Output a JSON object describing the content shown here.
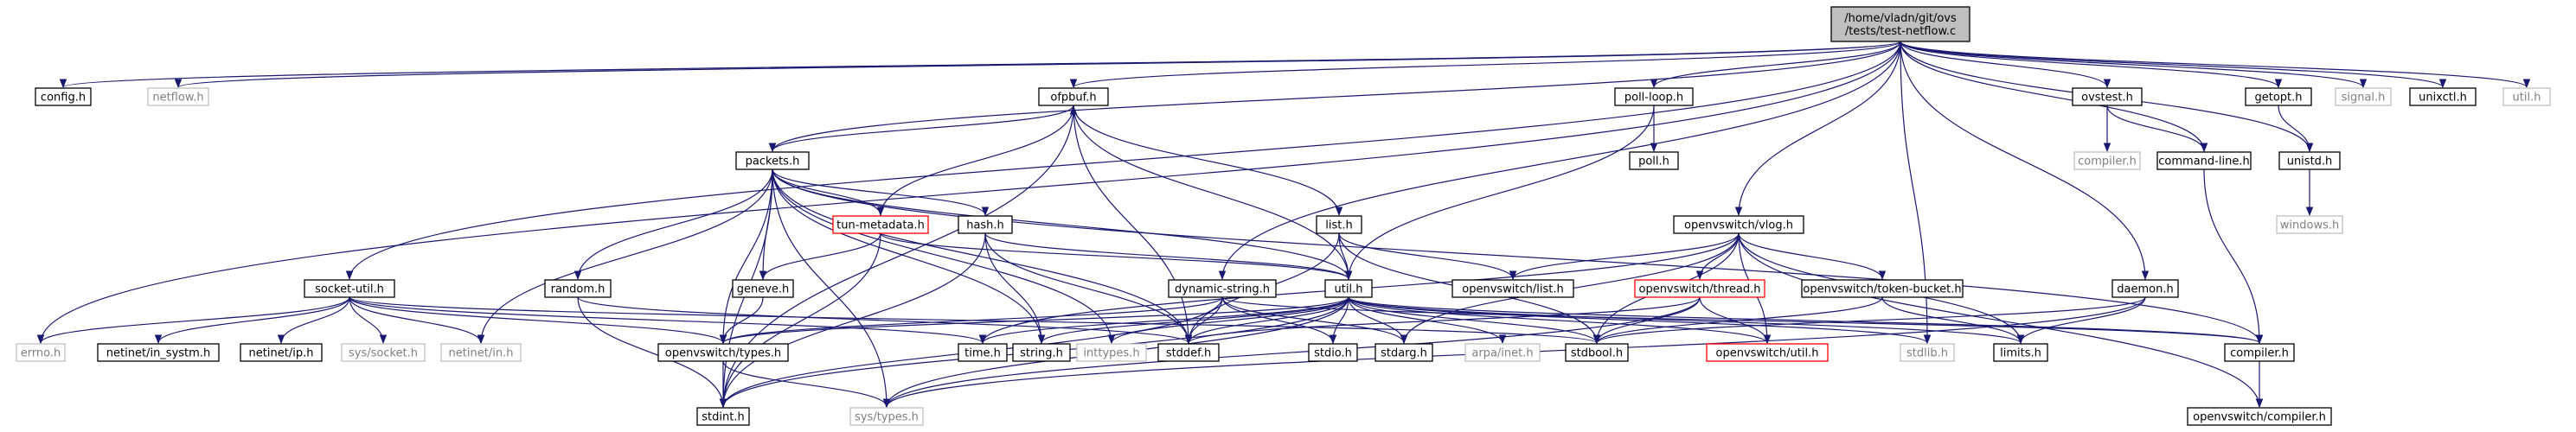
{
  "colors": {
    "edge": "#191970",
    "box_normal": "#000000",
    "box_missing": "#bfbfbf",
    "box_truncated": "#ff0000",
    "box_root_fill": "#bfbfbf",
    "text_normal": "#000000",
    "text_missing": "#7f7f7f"
  },
  "nodes": [
    {
      "id": "root",
      "label": "/home/vladn/git/ovs\n/tests/test-netflow.c",
      "style": "root"
    },
    {
      "id": "config_h",
      "label": "config.h",
      "style": "normal"
    },
    {
      "id": "netflow_h",
      "label": "netflow.h",
      "style": "missing"
    },
    {
      "id": "ofpbuf_h",
      "label": "ofpbuf.h",
      "style": "normal"
    },
    {
      "id": "poll_loop_h",
      "label": "poll-loop.h",
      "style": "normal"
    },
    {
      "id": "ovstest_h",
      "label": "ovstest.h",
      "style": "normal"
    },
    {
      "id": "getopt_h",
      "label": "getopt.h",
      "style": "normal"
    },
    {
      "id": "signal_h",
      "label": "signal.h",
      "style": "missing"
    },
    {
      "id": "unixctl_h",
      "label": "unixctl.h",
      "style": "normal"
    },
    {
      "id": "util_h_top",
      "label": "util.h",
      "style": "missing"
    },
    {
      "id": "poll_h",
      "label": "poll.h",
      "style": "normal"
    },
    {
      "id": "compiler_h_gray",
      "label": "compiler.h",
      "style": "missing"
    },
    {
      "id": "command_line_h",
      "label": "command-line.h",
      "style": "normal"
    },
    {
      "id": "unistd_h",
      "label": "unistd.h",
      "style": "normal"
    },
    {
      "id": "windows_h",
      "label": "windows.h",
      "style": "missing"
    },
    {
      "id": "packets_h",
      "label": "packets.h",
      "style": "normal"
    },
    {
      "id": "list_h",
      "label": "list.h",
      "style": "normal"
    },
    {
      "id": "openvswitch_vlog_h",
      "label": "openvswitch/vlog.h",
      "style": "normal"
    },
    {
      "id": "tun_metadata_h",
      "label": "tun-metadata.h",
      "style": "truncated"
    },
    {
      "id": "hash_h",
      "label": "hash.h",
      "style": "normal"
    },
    {
      "id": "socket_util_h",
      "label": "socket-util.h",
      "style": "normal"
    },
    {
      "id": "random_h",
      "label": "random.h",
      "style": "normal"
    },
    {
      "id": "geneve_h",
      "label": "geneve.h",
      "style": "normal"
    },
    {
      "id": "dynamic_string_h",
      "label": "dynamic-string.h",
      "style": "normal"
    },
    {
      "id": "util_h",
      "label": "util.h",
      "style": "normal"
    },
    {
      "id": "openvswitch_list_h",
      "label": "openvswitch/list.h",
      "style": "normal"
    },
    {
      "id": "openvswitch_thread_h",
      "label": "openvswitch/thread.h",
      "style": "truncated"
    },
    {
      "id": "openvswitch_token_bucket_h",
      "label": "openvswitch/token-bucket.h",
      "style": "normal"
    },
    {
      "id": "daemon_h",
      "label": "daemon.h",
      "style": "normal"
    },
    {
      "id": "errno_h",
      "label": "errno.h",
      "style": "missing"
    },
    {
      "id": "netinet_in_systm_h",
      "label": "netinet/in_systm.h",
      "style": "normal"
    },
    {
      "id": "netinet_ip_h",
      "label": "netinet/ip.h",
      "style": "normal"
    },
    {
      "id": "sys_socket_h",
      "label": "sys/socket.h",
      "style": "missing"
    },
    {
      "id": "netinet_in_h",
      "label": "netinet/in.h",
      "style": "missing"
    },
    {
      "id": "openvswitch_types_h",
      "label": "openvswitch/types.h",
      "style": "normal"
    },
    {
      "id": "time_h",
      "label": "time.h",
      "style": "normal"
    },
    {
      "id": "string_h",
      "label": "string.h",
      "style": "normal"
    },
    {
      "id": "inttypes_h",
      "label": "inttypes.h",
      "style": "missing"
    },
    {
      "id": "stddef_h",
      "label": "stddef.h",
      "style": "normal"
    },
    {
      "id": "stdio_h",
      "label": "stdio.h",
      "style": "normal"
    },
    {
      "id": "stdarg_h",
      "label": "stdarg.h",
      "style": "normal"
    },
    {
      "id": "arpa_inet_h",
      "label": "arpa/inet.h",
      "style": "missing"
    },
    {
      "id": "stdbool_h",
      "label": "stdbool.h",
      "style": "normal"
    },
    {
      "id": "openvswitch_util_h",
      "label": "openvswitch/util.h",
      "style": "truncated"
    },
    {
      "id": "stdlib_h",
      "label": "stdlib.h",
      "style": "missing"
    },
    {
      "id": "limits_h",
      "label": "limits.h",
      "style": "normal"
    },
    {
      "id": "compiler_h",
      "label": "compiler.h",
      "style": "normal"
    },
    {
      "id": "stdint_h",
      "label": "stdint.h",
      "style": "normal"
    },
    {
      "id": "sys_types_h",
      "label": "sys/types.h",
      "style": "missing"
    },
    {
      "id": "openvswitch_compiler_h",
      "label": "openvswitch/compiler.h",
      "style": "normal"
    }
  ],
  "edges": [
    [
      "root",
      "config_h"
    ],
    [
      "root",
      "netflow_h"
    ],
    [
      "root",
      "ofpbuf_h"
    ],
    [
      "root",
      "poll_loop_h"
    ],
    [
      "root",
      "ovstest_h"
    ],
    [
      "root",
      "getopt_h"
    ],
    [
      "root",
      "signal_h"
    ],
    [
      "root",
      "unixctl_h"
    ],
    [
      "root",
      "util_h_top"
    ],
    [
      "root",
      "packets_h"
    ],
    [
      "root",
      "socket_util_h"
    ],
    [
      "root",
      "errno_h"
    ],
    [
      "root",
      "openvswitch_vlog_h"
    ],
    [
      "root",
      "daemon_h"
    ],
    [
      "root",
      "dynamic_string_h"
    ],
    [
      "root",
      "command_line_h"
    ],
    [
      "root",
      "unistd_h"
    ],
    [
      "root",
      "stdlib_h"
    ],
    [
      "ofpbuf_h",
      "packets_h"
    ],
    [
      "ofpbuf_h",
      "list_h"
    ],
    [
      "ofpbuf_h",
      "util_h"
    ],
    [
      "ofpbuf_h",
      "stddef_h"
    ],
    [
      "ofpbuf_h",
      "stdint_h"
    ],
    [
      "poll_loop_h",
      "poll_h"
    ],
    [
      "poll_loop_h",
      "util_h"
    ],
    [
      "ovstest_h",
      "compiler_h_gray"
    ],
    [
      "ovstest_h",
      "command_line_h"
    ],
    [
      "getopt_h",
      "unistd_h"
    ],
    [
      "unistd_h",
      "windows_h"
    ],
    [
      "command_line_h",
      "compiler_h"
    ],
    [
      "packets_h",
      "tun_metadata_h"
    ],
    [
      "packets_h",
      "hash_h"
    ],
    [
      "packets_h",
      "random_h"
    ],
    [
      "packets_h",
      "geneve_h"
    ],
    [
      "packets_h",
      "util_h"
    ],
    [
      "packets_h",
      "openvswitch_types_h"
    ],
    [
      "packets_h",
      "compiler_h"
    ],
    [
      "packets_h",
      "netinet_in_h"
    ],
    [
      "packets_h",
      "stdint_h"
    ],
    [
      "packets_h",
      "sys_types_h"
    ],
    [
      "packets_h",
      "inttypes_h"
    ],
    [
      "packets_h",
      "string_h"
    ],
    [
      "packets_h",
      "stddef_h"
    ],
    [
      "tun_metadata_h",
      "ofpbuf_h"
    ],
    [
      "tun_metadata_h",
      "geneve_h"
    ],
    [
      "tun_metadata_h",
      "util_h"
    ],
    [
      "tun_metadata_h",
      "stdint_h"
    ],
    [
      "hash_h",
      "util_h"
    ],
    [
      "hash_h",
      "string_h"
    ],
    [
      "hash_h",
      "stddef_h"
    ],
    [
      "hash_h",
      "stdint_h"
    ],
    [
      "list_h",
      "openvswitch_list_h"
    ],
    [
      "list_h",
      "util_h"
    ],
    [
      "list_h",
      "stddef_h"
    ],
    [
      "list_h",
      "stdbool_h"
    ],
    [
      "openvswitch_vlog_h",
      "openvswitch_list_h"
    ],
    [
      "openvswitch_vlog_h",
      "openvswitch_thread_h"
    ],
    [
      "openvswitch_vlog_h",
      "openvswitch_token_bucket_h"
    ],
    [
      "openvswitch_vlog_h",
      "openvswitch_util_h"
    ],
    [
      "openvswitch_vlog_h",
      "openvswitch_compiler_h"
    ],
    [
      "openvswitch_vlog_h",
      "time_h"
    ],
    [
      "openvswitch_vlog_h",
      "stdarg_h"
    ],
    [
      "openvswitch_vlog_h",
      "stdbool_h"
    ],
    [
      "openvswitch_vlog_h",
      "limits_h"
    ],
    [
      "openvswitch_thread_h",
      "stdbool_h"
    ],
    [
      "openvswitch_thread_h",
      "openvswitch_util_h"
    ],
    [
      "openvswitch_thread_h",
      "stddef_h"
    ],
    [
      "openvswitch_thread_h",
      "sys_types_h"
    ],
    [
      "openvswitch_token_bucket_h",
      "limits_h"
    ],
    [
      "openvswitch_token_bucket_h",
      "stdbool_h"
    ],
    [
      "socket_util_h",
      "errno_h"
    ],
    [
      "socket_util_h",
      "netinet_in_systm_h"
    ],
    [
      "socket_util_h",
      "netinet_ip_h"
    ],
    [
      "socket_util_h",
      "sys_socket_h"
    ],
    [
      "socket_util_h",
      "netinet_in_h"
    ],
    [
      "socket_util_h",
      "openvswitch_types_h"
    ],
    [
      "socket_util_h",
      "time_h"
    ],
    [
      "socket_util_h",
      "stdbool_h"
    ],
    [
      "random_h",
      "stdint_h"
    ],
    [
      "random_h",
      "stddef_h"
    ],
    [
      "geneve_h",
      "openvswitch_types_h"
    ],
    [
      "dynamic_string_h",
      "stdarg_h"
    ],
    [
      "dynamic_string_h",
      "stdio_h"
    ],
    [
      "dynamic_string_h",
      "stddef_h"
    ],
    [
      "dynamic_string_h",
      "stdint_h"
    ],
    [
      "dynamic_string_h",
      "compiler_h"
    ],
    [
      "dynamic_string_h",
      "openvswitch_types_h"
    ],
    [
      "util_h",
      "arpa_inet_h"
    ],
    [
      "util_h",
      "inttypes_h"
    ],
    [
      "util_h",
      "limits_h"
    ],
    [
      "util_h",
      "stdarg_h"
    ],
    [
      "util_h",
      "stdbool_h"
    ],
    [
      "util_h",
      "stddef_h"
    ],
    [
      "util_h",
      "stdint_h"
    ],
    [
      "util_h",
      "stdio_h"
    ],
    [
      "util_h",
      "stdlib_h"
    ],
    [
      "util_h",
      "string_h"
    ],
    [
      "util_h",
      "compiler_h"
    ],
    [
      "util_h",
      "openvswitch_util_h"
    ],
    [
      "util_h",
      "openvswitch_types_h"
    ],
    [
      "util_h",
      "sys_types_h"
    ],
    [
      "util_h",
      "time_h"
    ],
    [
      "daemon_h",
      "limits_h"
    ],
    [
      "daemon_h",
      "stdbool_h"
    ],
    [
      "daemon_h",
      "sys_types_h"
    ],
    [
      "openvswitch_types_h",
      "stdint_h"
    ],
    [
      "openvswitch_types_h",
      "sys_types_h"
    ],
    [
      "compiler_h",
      "openvswitch_compiler_h"
    ]
  ]
}
